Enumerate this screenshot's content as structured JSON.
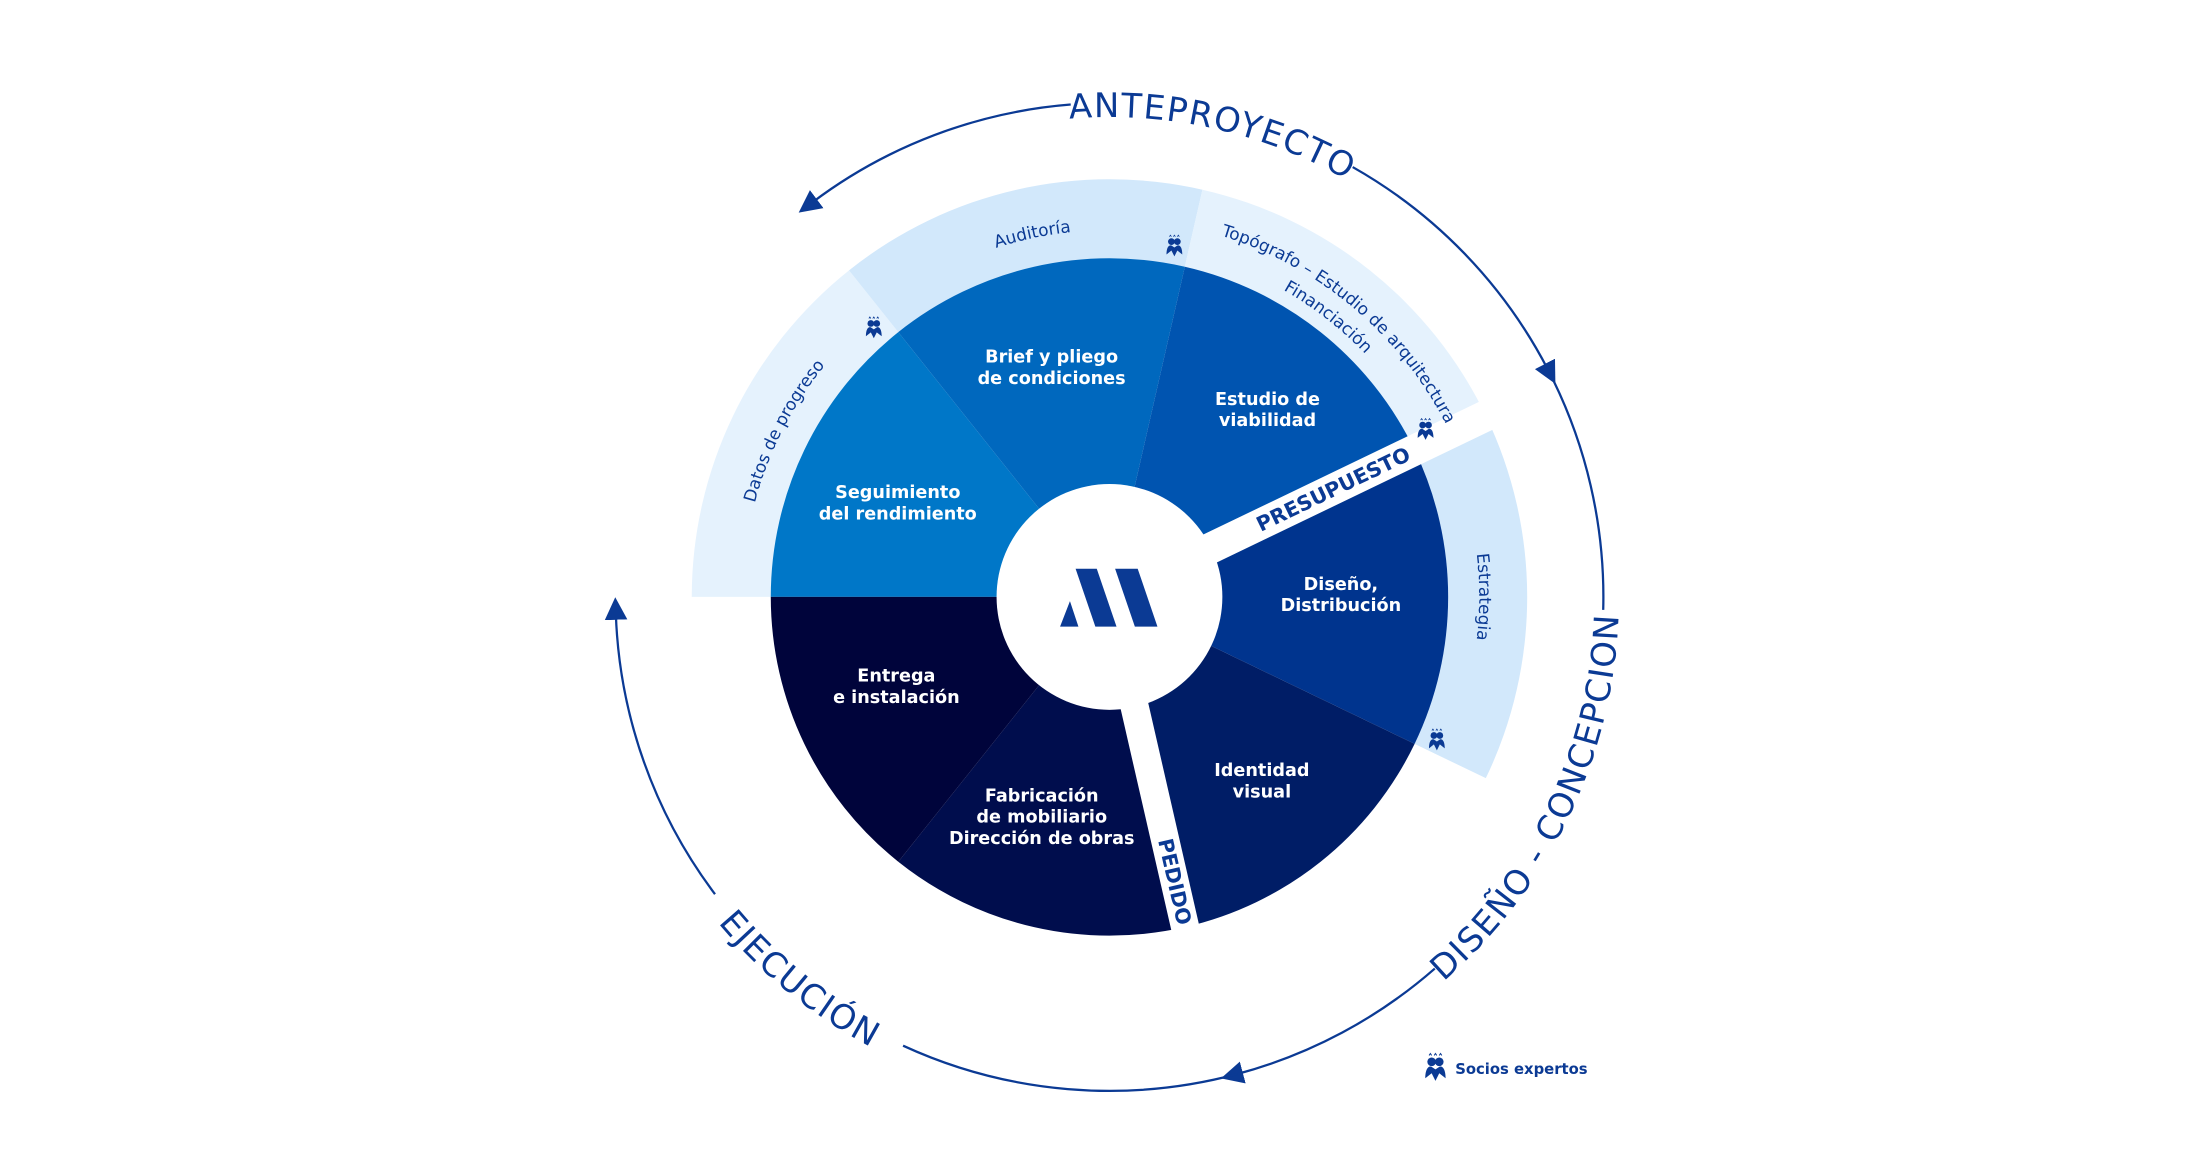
{
  "phases": {
    "anteproyecto": "ANTEPROYECTO",
    "diseno": "DISEÑO - CONCEPCION",
    "ejecucion": "EJECUCIÓN"
  },
  "segments": [
    {
      "id": "seguimiento",
      "lines": [
        "Seguimiento",
        "del rendimiento"
      ],
      "color": "#0077c8"
    },
    {
      "id": "brief",
      "lines": [
        "Brief y pliego",
        "de condiciones"
      ],
      "color": "#0068be"
    },
    {
      "id": "estudio",
      "lines": [
        "Estudio de",
        "viabilidad"
      ],
      "color": "#0054b0"
    },
    {
      "id": "diseno",
      "lines": [
        "Diseño,",
        "Distribución"
      ],
      "color": "#00348e"
    },
    {
      "id": "identidad",
      "lines": [
        "Identidad",
        "visual"
      ],
      "color": "#001d66"
    },
    {
      "id": "fabricacion",
      "lines": [
        "Fabricación",
        "de mobiliario",
        "Dirección de obras"
      ],
      "color": "#000d4d"
    },
    {
      "id": "entrega",
      "lines": [
        "Entrega",
        "e instalación"
      ],
      "color": "#00043b"
    }
  ],
  "band": {
    "datos": "Datos de progreso",
    "auditoria": "Auditoría",
    "topografo": "Topógrafo – Estudio de arquitectura",
    "financiacion": "Financiación",
    "estrategia": "Estrategia"
  },
  "milestones": {
    "presupuesto": "PRESUPUESTO",
    "pedido": "PEDIDO"
  },
  "logo_text": "M",
  "legend": {
    "label": "Socios expertos"
  },
  "colors": {
    "accent": "#0b3a94",
    "band_light": "#e5f2fd",
    "band_mid": "#d2e8fb"
  }
}
